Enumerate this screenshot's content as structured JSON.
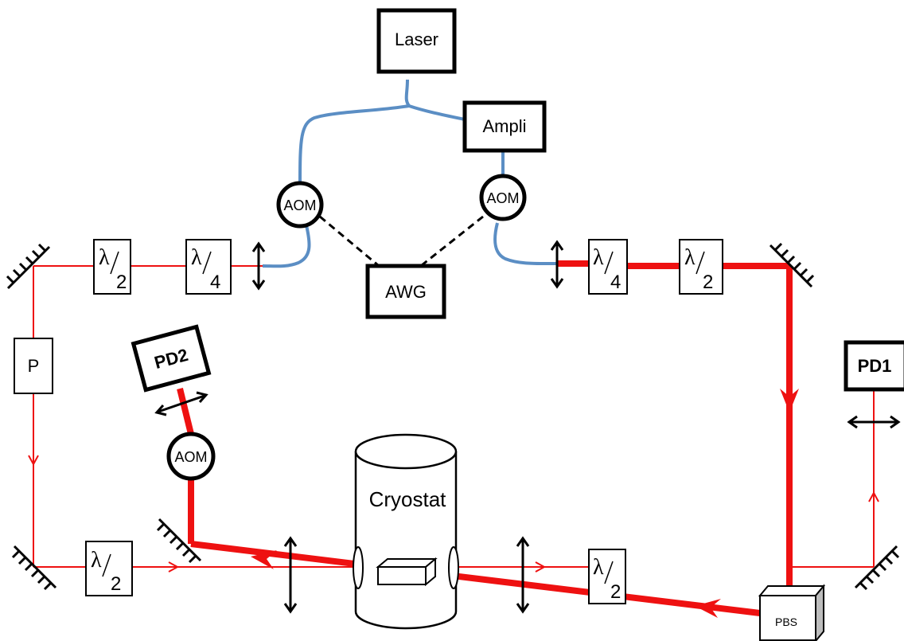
{
  "components": {
    "laser": "Laser",
    "ampli": "Ampli",
    "aom_left": "AOM",
    "aom_right": "AOM",
    "aom_detect": "AOM",
    "awg": "AWG",
    "polarizer": "P",
    "pd1": "PD1",
    "pd2": "PD2",
    "cryostat": "Cryostat",
    "pbs": "PBS"
  },
  "waveplates": {
    "lambda": "λ",
    "half_denominator": "2",
    "quarter_denominator": "4"
  },
  "colors": {
    "beam": "#ee1111",
    "fiber": "#5b8ec4",
    "outline": "#000000",
    "pbs_shade": "#bdbdbd"
  }
}
